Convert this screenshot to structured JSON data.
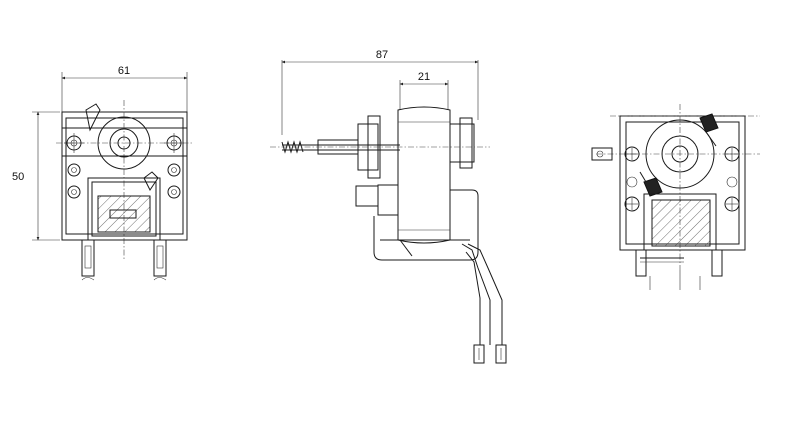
{
  "dimensions": {
    "width_front": "61",
    "height_front": "50",
    "length_side": "87",
    "stack_side": "21"
  },
  "colors": {
    "line": "#1a1a1a",
    "background": "#ffffff",
    "marker": "#222222"
  }
}
